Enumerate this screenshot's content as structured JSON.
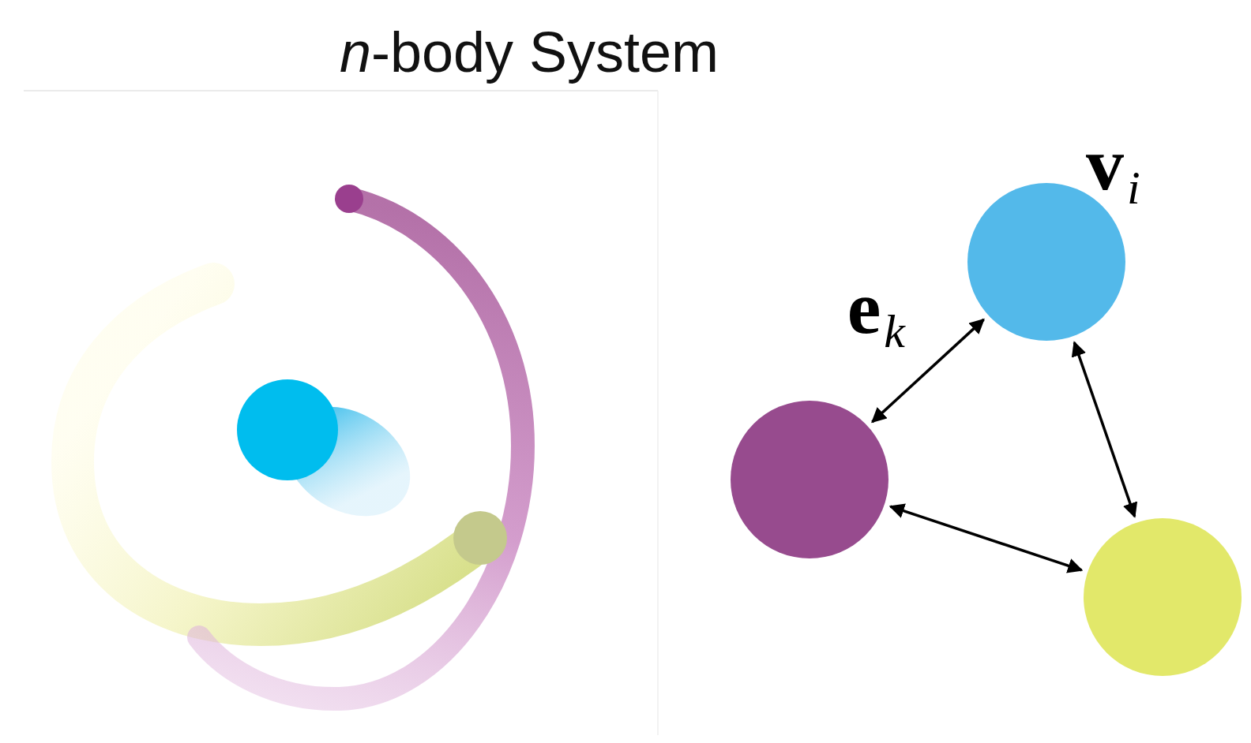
{
  "diagram": {
    "title": "n-body System",
    "nodes": [
      {
        "text": [
          "vi"
        ]
      },
      {
        "text": []
      },
      {
        "text": []
      }
    ],
    "edges": [
      {
        "from": 0,
        "to": 1,
        "arrow": "both",
        "label": "ek"
      },
      {
        "from": 0,
        "to": 2,
        "arrow": "both"
      },
      {
        "from": 1,
        "to": 2,
        "arrow": "both"
      }
    ]
  }
}
